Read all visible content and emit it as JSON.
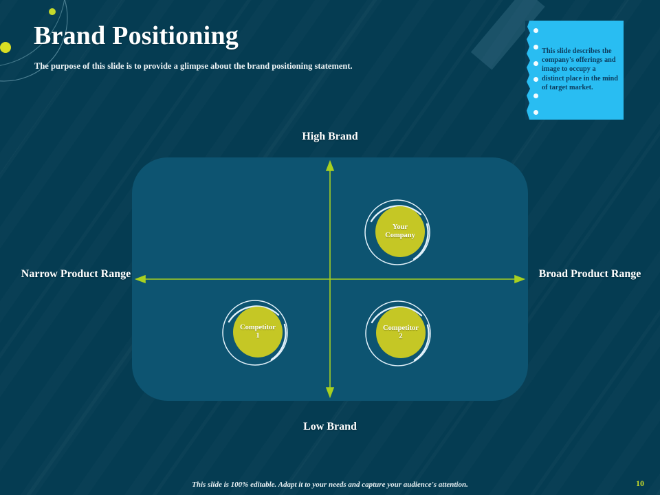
{
  "slide": {
    "title": "Brand Positioning",
    "subtitle": "The purpose of this slide is to provide a glimpse about the brand positioning statement.",
    "page_number": "10",
    "footer_note": "This slide is 100% editable. Adapt it to your needs and capture your audience's attention."
  },
  "callout": {
    "text": "This slide describes the company's offerings and image to occupy a distinct place in the mind of target market.",
    "dot_count": 6,
    "background_color": "#29bdf2",
    "text_color": "#0d3d5e"
  },
  "colors": {
    "background": "#053c52",
    "panel": "#0d5471",
    "accent_yellow": "#c5c725",
    "axis_green": "#a8d020",
    "ring_white": "#dff0fa",
    "page_number": "#c5d92a"
  },
  "chart_data": {
    "type": "scatter",
    "title": "Brand Positioning",
    "xlabel_left": "Narrow Product Range",
    "xlabel_right": "Broad Product Range",
    "ylabel_top": "High Brand",
    "ylabel_bottom": "Low Brand",
    "axes": {
      "x": {
        "left_label": "Narrow Product Range",
        "right_label": "Broad Product Range",
        "arrows": "both"
      },
      "y": {
        "top_label": "High Brand",
        "bottom_label": "Low Brand",
        "arrows": "both"
      }
    },
    "grid": false,
    "legend": "none",
    "points": [
      {
        "label": "Your Company",
        "quadrant": "high-brand / broad-range",
        "x": 0.68,
        "y": 0.72
      },
      {
        "label": "Competitor 1",
        "quadrant": "low-brand / narrow-range",
        "x": 0.29,
        "y": 0.29
      },
      {
        "label": "Competitor 2",
        "quadrant": "low-brand / broad-range",
        "x": 0.68,
        "y": 0.28
      }
    ]
  },
  "bubbles": {
    "company": "Your\nCompany",
    "competitor1": "Competitor\n1",
    "competitor2": "Competitor\n2"
  }
}
